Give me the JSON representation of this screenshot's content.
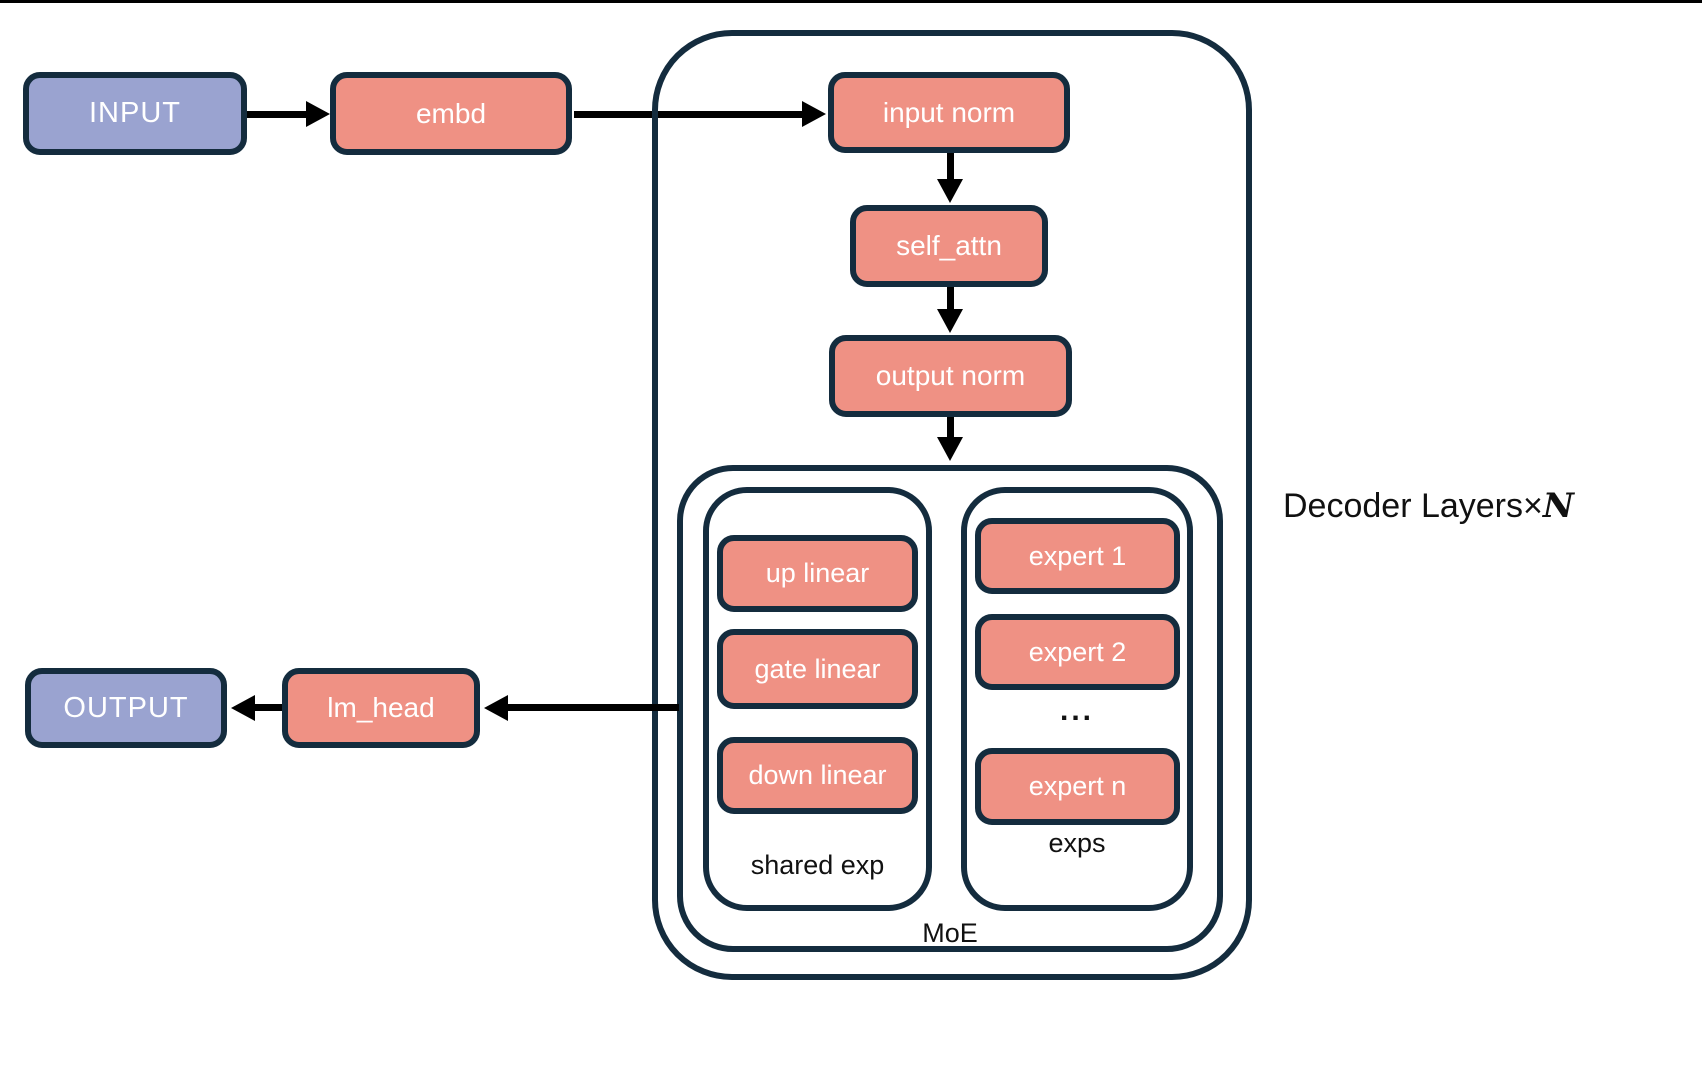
{
  "colors": {
    "background": "#ffffff",
    "node_fill": "#ef9184",
    "io_fill": "#9aa3d0",
    "border": "#142c3e",
    "arrow": "#000000",
    "node_text": "#ffffff",
    "label_text": "#111111"
  },
  "nodes": {
    "input": "INPUT",
    "embd": "embd",
    "input_norm": "input norm",
    "self_attn": "self_attn",
    "output_norm": "output norm",
    "up_linear": "up linear",
    "gate_linear": "gate linear",
    "down_linear": "down linear",
    "expert_1": "expert 1",
    "expert_2": "expert 2",
    "expert_ellipsis": "...",
    "expert_n": "expert n",
    "lm_head": "lm_head",
    "output": "OUTPUT"
  },
  "labels": {
    "shared_exp": "shared exp",
    "exps": "exps",
    "moe": "MoE",
    "decoder_layers": "Decoder Layers",
    "times": "×",
    "layer_count": "N"
  }
}
